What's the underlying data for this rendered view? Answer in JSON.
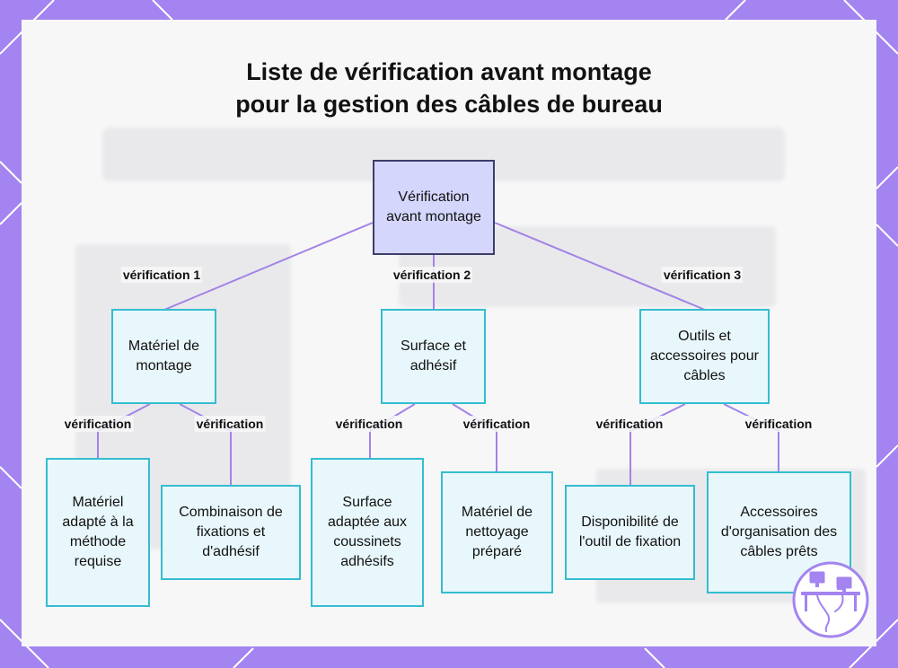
{
  "title": {
    "line1": "Liste de vérification avant montage",
    "line2": "pour la gestion des câbles de bureau"
  },
  "diagram": {
    "root": {
      "label": "Vérification avant montage"
    },
    "branches": [
      {
        "edge_label": "vérification 1",
        "label": "Matériel de montage",
        "children": [
          {
            "edge_label": "vérification",
            "label": "Matériel adapté à la méthode requise"
          },
          {
            "edge_label": "vérification",
            "label": "Combinaison de fixations et d'adhésif"
          }
        ]
      },
      {
        "edge_label": "vérification 2",
        "label": "Surface et adhésif",
        "children": [
          {
            "edge_label": "vérification",
            "label": "Surface adaptée aux coussinets adhésifs"
          },
          {
            "edge_label": "vérification",
            "label": "Matériel de nettoyage préparé"
          }
        ]
      },
      {
        "edge_label": "vérification 3",
        "label": "Outils et accessoires pour câbles",
        "children": [
          {
            "edge_label": "vérification",
            "label": "Disponibilité de l'outil de fixation"
          },
          {
            "edge_label": "vérification",
            "label": "Accessoires d'organisation des câbles prêts"
          }
        ]
      }
    ]
  },
  "colors": {
    "frame": "#a384f0",
    "root_fill": "#d4d6fc",
    "root_border": "#3e3e6b",
    "node_fill": "#e8f7fb",
    "node_border": "#34bdd0",
    "connector": "#a383e6"
  },
  "logo": {
    "icon": "desk-cable-logo-icon"
  }
}
